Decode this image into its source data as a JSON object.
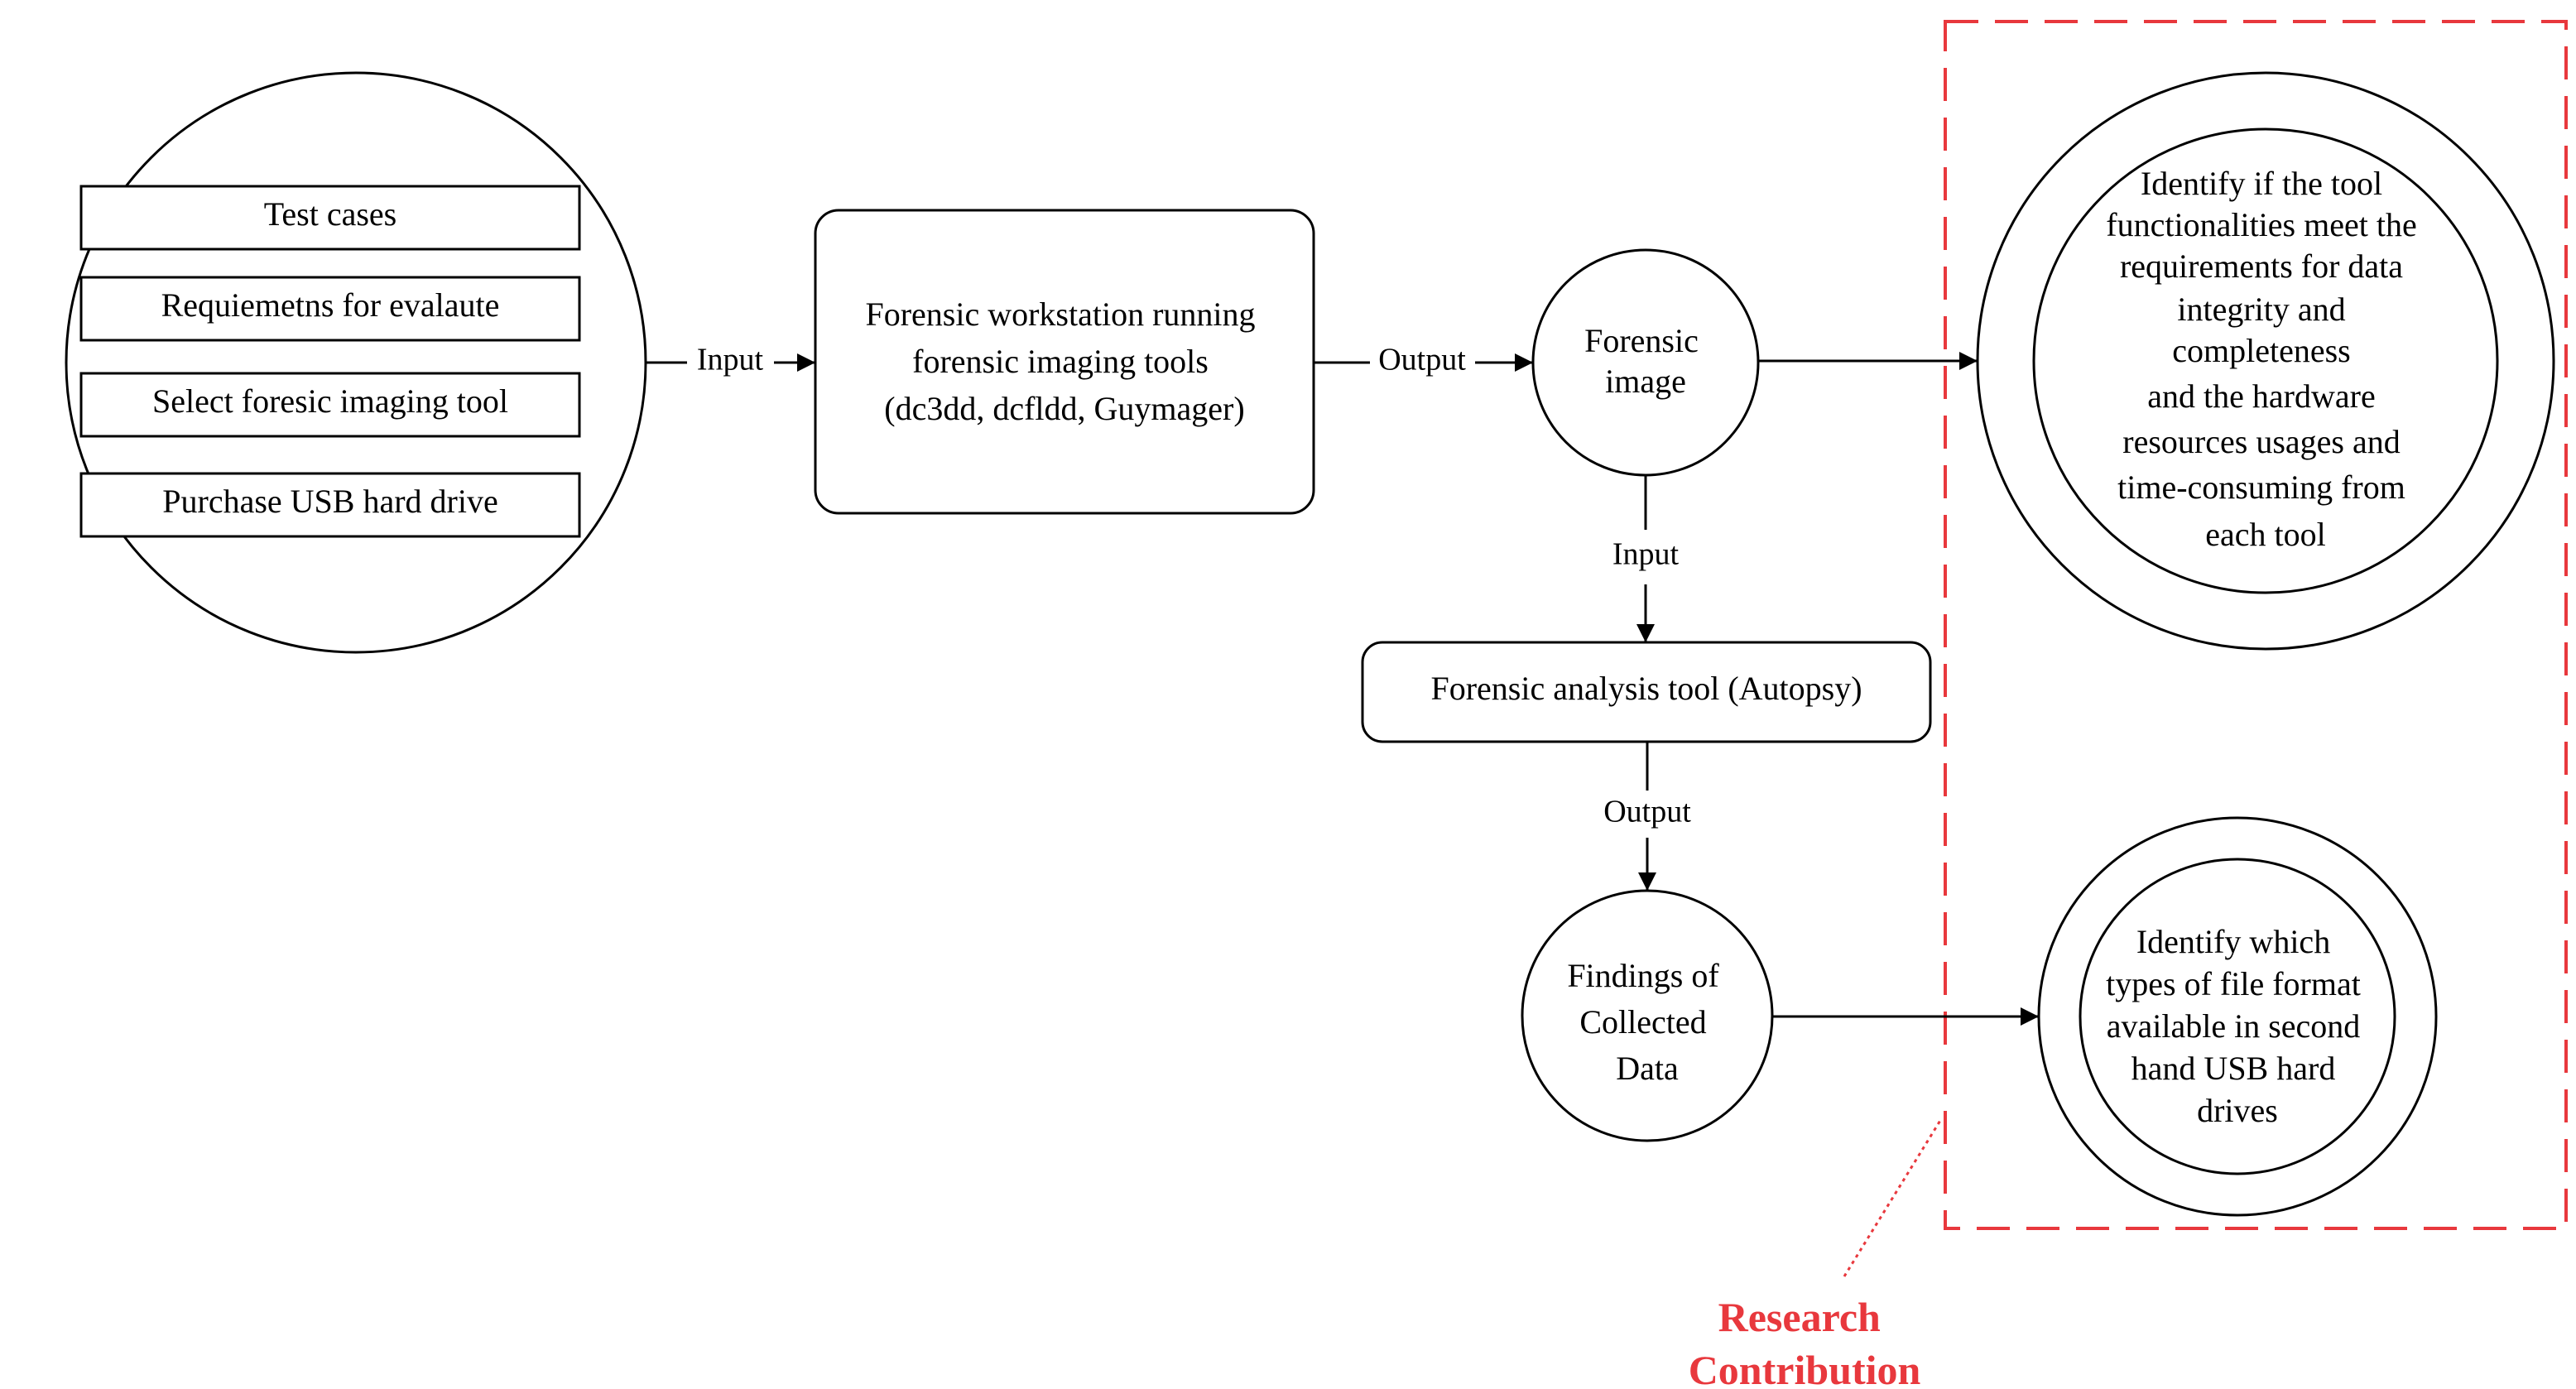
{
  "inputs_group": {
    "items": [
      "Test cases",
      "Requiemetns for evalaute",
      "Select foresic imaging tool",
      "Purchase USB hard drive"
    ]
  },
  "workstation": {
    "lines": [
      "Forensic workstation running",
      "forensic imaging tools",
      "(dc3dd, dcfldd, Guymager)"
    ]
  },
  "forensic_image": {
    "lines": [
      "Forensic",
      "image"
    ]
  },
  "analysis_tool": {
    "label": "Forensic analysis tool (Autopsy)"
  },
  "findings": {
    "lines": [
      "Findings of",
      "Collected",
      "Data"
    ]
  },
  "outcome_tools": {
    "lines": [
      "Identify if the tool",
      "functionalities meet the",
      "requirements for data",
      "integrity and",
      "completeness",
      "and the hardware",
      "resources usages and",
      "time-consuming from",
      "each tool"
    ]
  },
  "outcome_formats": {
    "lines": [
      "Identify which",
      "types of file format",
      "available in second",
      "hand USB hard",
      "drives"
    ]
  },
  "edges": {
    "input_1": "Input",
    "output_1": "Output",
    "input_2": "Input",
    "output_2": "Output"
  },
  "research_contribution": {
    "lines": [
      "Research",
      "Contribution"
    ]
  },
  "colors": {
    "accent": "#e8383d",
    "line": "#000000",
    "background": "#ffffff"
  }
}
